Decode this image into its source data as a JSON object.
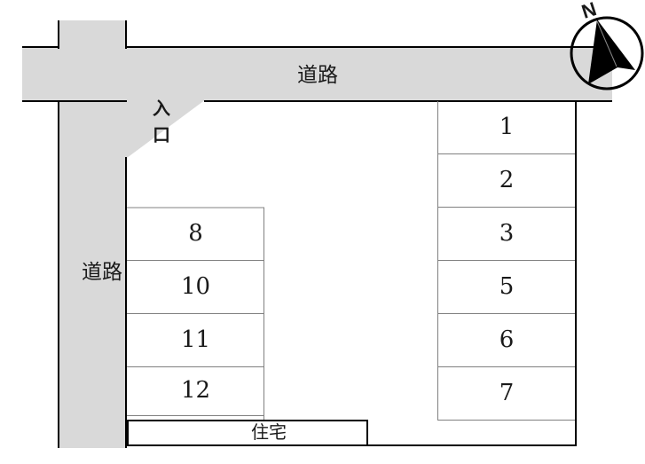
{
  "labels": {
    "road_top": "道路",
    "road_left": "道路",
    "entrance": "入口",
    "house": "住宅"
  },
  "compass": {
    "icon": "north-arrow",
    "label": "N"
  },
  "spaces": {
    "left_column": [
      "8",
      "10",
      "11",
      "12"
    ],
    "right_column": [
      "1",
      "2",
      "3",
      "5",
      "6",
      "7"
    ]
  },
  "colors": {
    "road_fill": "#d9d9d9",
    "outline": "#000000",
    "divider": "#808080",
    "text": "#1a1a1a"
  }
}
